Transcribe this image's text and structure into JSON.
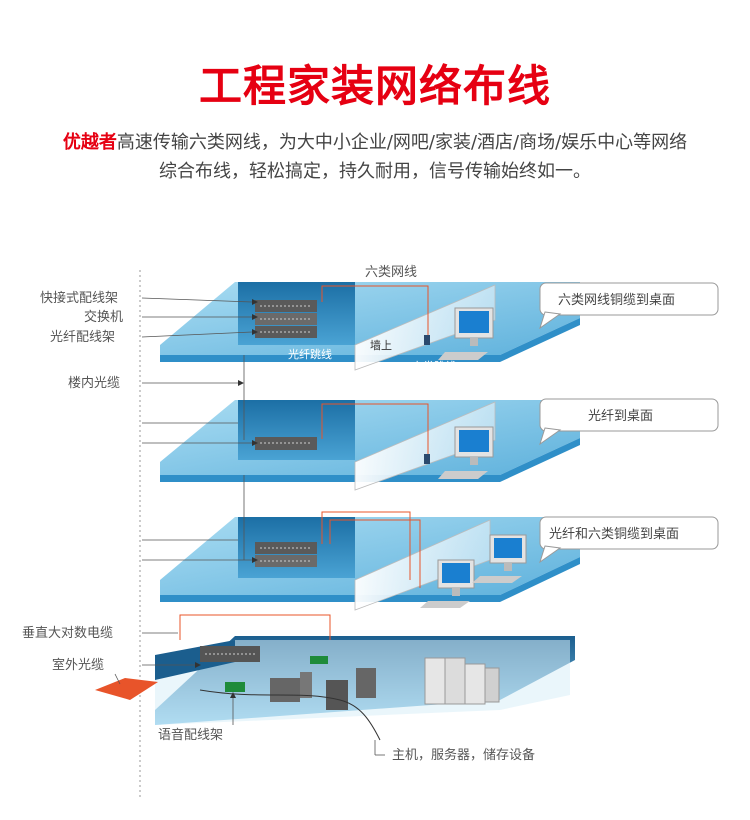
{
  "title": "工程家装网络布线",
  "intro": {
    "highlight": "优越者",
    "line1": "高速传输六类网线，为大中小企业/网吧/家装/酒店/商场/娱乐中心等网络",
    "line2": "综合布线，轻松搞定，持久耐用，信号传输始终如一。"
  },
  "diagram": {
    "left_labels": {
      "patch_panel": "快接式配线架",
      "switch": "交换机",
      "fiber_panel": "光纤配线架",
      "indoor_fiber": "楼内光缆",
      "backbone_cable": "垂直大对数电缆",
      "outdoor_fiber": "室外光缆",
      "voice_panel": "语音配线架"
    },
    "top_label": "六类网线",
    "floor_labels": {
      "fiber_jumper": "光纤跳线",
      "wall": "墙上",
      "cat6_jumper": "六类跳线"
    },
    "callouts": {
      "floor1": "六类网线铜缆到桌面",
      "floor2": "光纤到桌面",
      "floor3": "光纤和六类铜缆到桌面"
    },
    "bottom_label": "主机，服务器，储存设备"
  },
  "colors": {
    "brand_red": "#e60012",
    "floor_blue": "#7cc3e6",
    "floor_edge": "#2f8fc8",
    "room_dark": "#1f6ea3",
    "cable_red": "#e8542a"
  }
}
